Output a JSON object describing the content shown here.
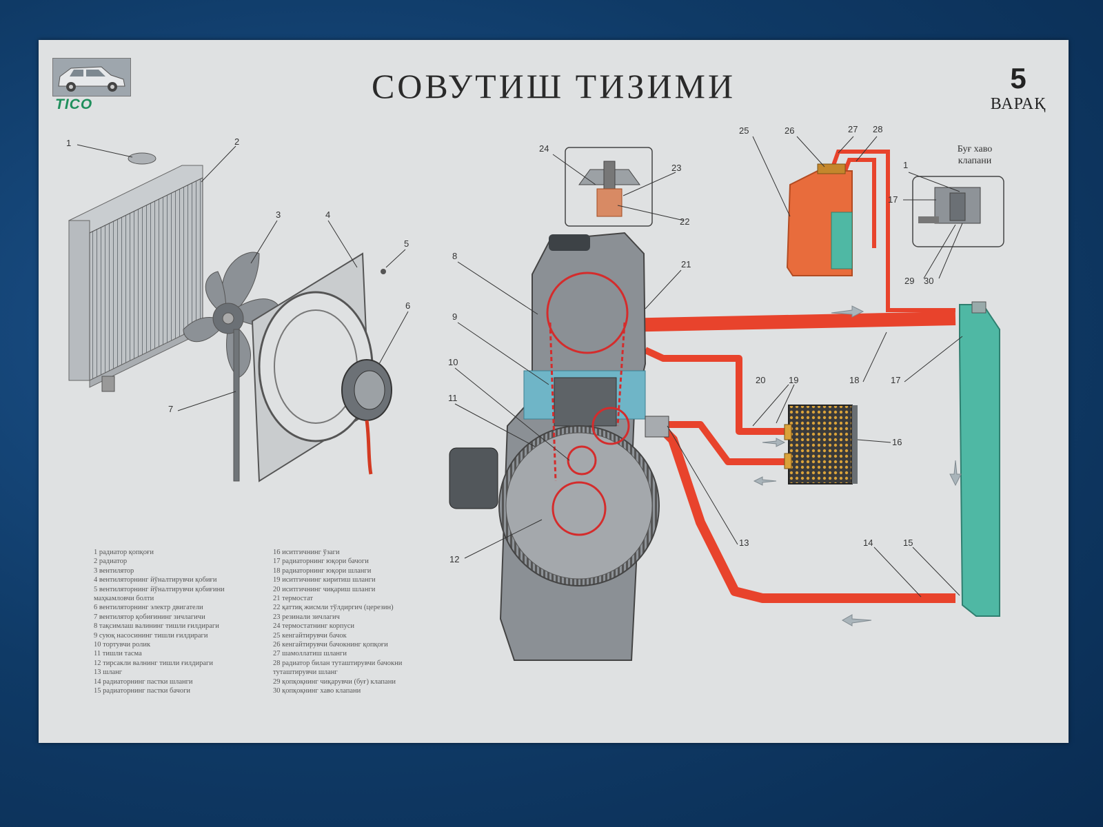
{
  "poster": {
    "title": "СОВУТИШ ТИЗИМИ",
    "sheet_number": "5",
    "sheet_word": "ВАРАҚ",
    "logo": "TICO",
    "valve_label_line1": "Буғ хаво",
    "valve_label_line2": "клапани"
  },
  "callouts": [
    "1",
    "2",
    "3",
    "4",
    "5",
    "6",
    "7",
    "8",
    "9",
    "10",
    "11",
    "12",
    "13",
    "14",
    "15",
    "16",
    "17",
    "18",
    "19",
    "20",
    "21",
    "22",
    "23",
    "24",
    "25",
    "26",
    "27",
    "28",
    "1",
    "17",
    "29",
    "30"
  ],
  "legend_left": [
    "1 радиатор қопқоғи",
    "2 радиатор",
    "3 вентилятор",
    "4 вентиляторнинг йўналтирувчи қобиғи",
    "5 вентиляторнинг йўналтирувчи қобиғини",
    "маҳкамловчи болти",
    "6 вентиляторнинг электр двигатели",
    "7 вентилятор қобиғининг зичлагичи",
    "8 тақсимлаш валининг тишли ғилдираги",
    "9 суюқ насосининг тишли ғилдираги",
    "10 тортувчи ролик",
    "11 тишли тасма",
    "12 тирсакли валнинг тишли ғилдираги",
    "13 шланг",
    "14 радиаторнинг пастки шланги",
    "15 радиаторнинг пастки бачоги"
  ],
  "legend_right": [
    "16 иситгичнинг ўзаги",
    "17 радиаторнинг юқори бачоги",
    "18 радиаторнинг юқори шланги",
    "19 иситгичнинг киритиш шланги",
    "20 иситгичнинг чиқариш шланги",
    "21 термостат",
    "22 қаттиқ жисмли тўлдиргич (церезин)",
    "23 резинали зичлагич",
    "24 термостатнинг корпуси",
    "25 кенгайтирувчи бачок",
    "26 кенгайтирувчи бачокнинг қопқоғи",
    "27 шамоллатиш шланги",
    "28 радиатор билан туташтирувчи бачокни",
    "туташтирувчи шланг",
    "29 қопқоқнинг чиқарувчи (буғ) клапани",
    "30 қопқоқнинг хаво клапани"
  ],
  "colors": {
    "hot_coolant": "#e8432c",
    "cool_coolant": "#4fb8a4",
    "background": "#0f3a66",
    "poster": "#dfe1e2"
  }
}
